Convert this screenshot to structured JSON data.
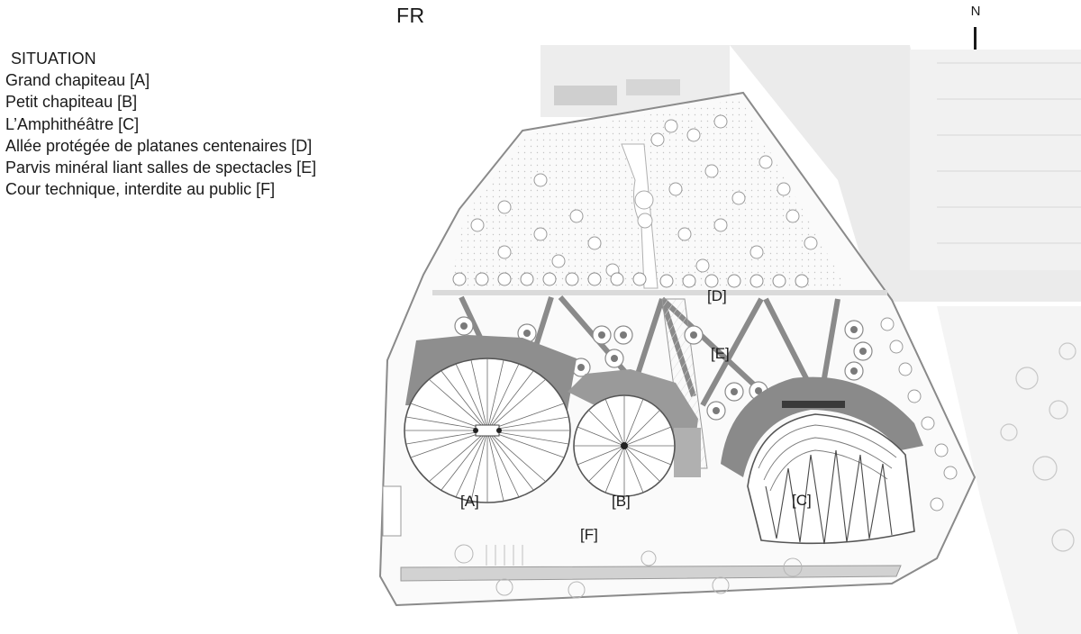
{
  "header": {
    "language": "FR",
    "north": "N"
  },
  "legend": {
    "heading": "SITUATION",
    "items": [
      "Grand chapiteau [A]",
      "Petit chapiteau [B]",
      "L’Amphithéâtre [C]",
      "Allée protégée de platanes centenaires [D]",
      "Parvis minéral liant salles de spectacles [E]",
      "Cour technique, interdite au public [F]"
    ]
  },
  "plan_labels": {
    "A": "[A]",
    "B": "[B]",
    "C": "[C]",
    "D": "[D]",
    "E": "[E]",
    "F": "[F]"
  }
}
